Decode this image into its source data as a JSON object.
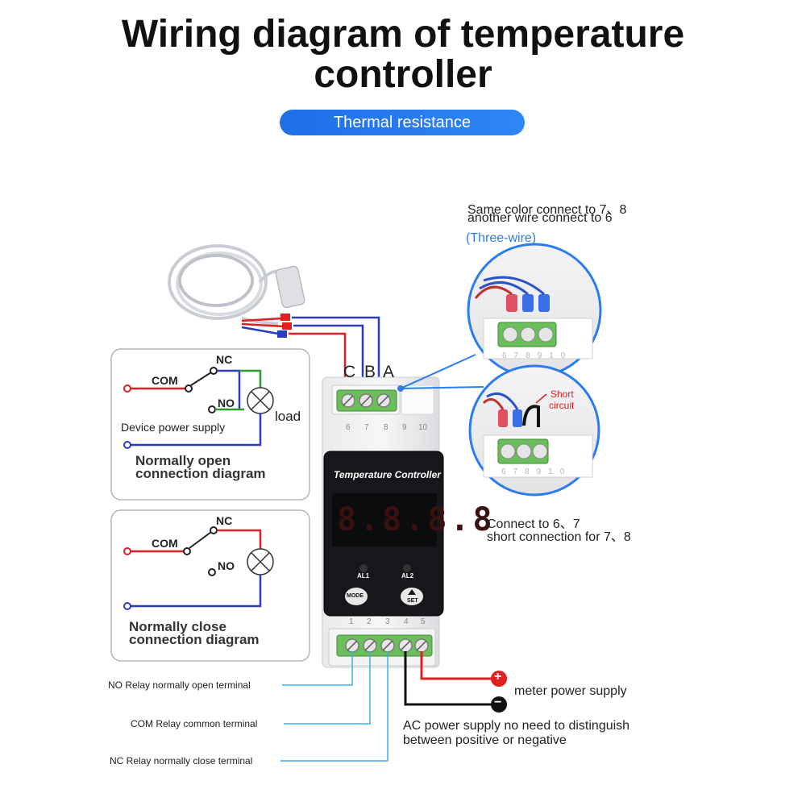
{
  "title_line1": "Wiring diagram of temperature",
  "title_line2": "controller",
  "badge": "Thermal resistance",
  "sensor_terminals": [
    "C",
    "B",
    "A"
  ],
  "top_terminal_numbers": [
    "6",
    "7",
    "8",
    "9",
    "10"
  ],
  "bottom_terminal_numbers": [
    "1",
    "2",
    "3",
    "4",
    "5"
  ],
  "device": {
    "name": "Temperature Controller",
    "display": "8.8.8.8",
    "al1": "AL1",
    "al2": "AL2",
    "mode": "MODE",
    "set": "SET"
  },
  "panel_open": {
    "nc": "NC",
    "com": "COM",
    "no": "NO",
    "load": "load",
    "supply": "Device power supply",
    "caption_line1": "Normally open",
    "caption_line2": "connection diagram"
  },
  "panel_close": {
    "nc": "NC",
    "com": "COM",
    "no": "NO",
    "caption_line1": "Normally close",
    "caption_line2": "connection diagram"
  },
  "three_wire": {
    "line1": "Same color connect to 7、8",
    "line2": "another wire connect to 6",
    "tag": "(Three-wire)"
  },
  "two_wire": {
    "short_line1": "Short",
    "short_line2": "circuit",
    "line1": "Connect to 6、7",
    "line2": "short connection for 7、8"
  },
  "relay_labels": {
    "no": "NO  Relay normally open terminal",
    "com": "COM  Relay common terminal",
    "nc": "NC Relay normally close terminal"
  },
  "power": {
    "plus": "+",
    "minus": "−",
    "meter": "meter power supply",
    "ac_line1": "AC power supply no need to distinguish",
    "ac_line2": "between positive or negative"
  },
  "colors": {
    "badge": "#2a7df0",
    "red_wire": "#e02020",
    "blue_wire": "#2a3cc0",
    "green_wire": "#2e9a2e",
    "cyan_wire": "#39b4e6"
  }
}
